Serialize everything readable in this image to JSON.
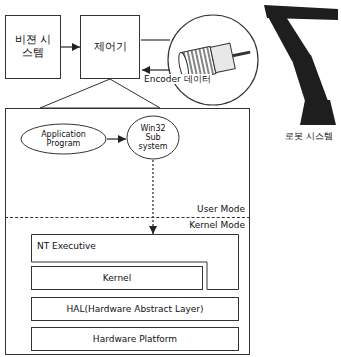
{
  "diagram": {
    "nodes": [
      {
        "text": [
          "비젼 시스템"
        ]
      },
      {
        "text": [
          "제어기"
        ]
      },
      {
        "text": [
          "User Mode"
        ]
      },
      {
        "text": [
          "Application Program"
        ],
        "in": 2
      },
      {
        "text": [
          "Win32 Sub system"
        ],
        "in": 2
      },
      {
        "text": [
          "Kernel Mode"
        ]
      },
      {
        "text": [
          "NT Executive"
        ],
        "in": 5
      },
      {
        "text": [
          "Kernel"
        ],
        "in": 5
      },
      {
        "text": [
          "HAL(Hardware Abstract Layer)"
        ],
        "in": 5
      },
      {
        "text": [
          "Hardware Platform"
        ],
        "in": 5
      }
    ],
    "edges": [
      {
        "from": 0,
        "to": 1,
        "arrow": "to"
      },
      {
        "from": 3,
        "to": 4,
        "arrow": "to"
      },
      {
        "from": 4,
        "to": 6,
        "arrow": "to"
      }
    ],
    "labels": [
      "Encoder 데이터",
      "로봇 시스템"
    ]
  }
}
